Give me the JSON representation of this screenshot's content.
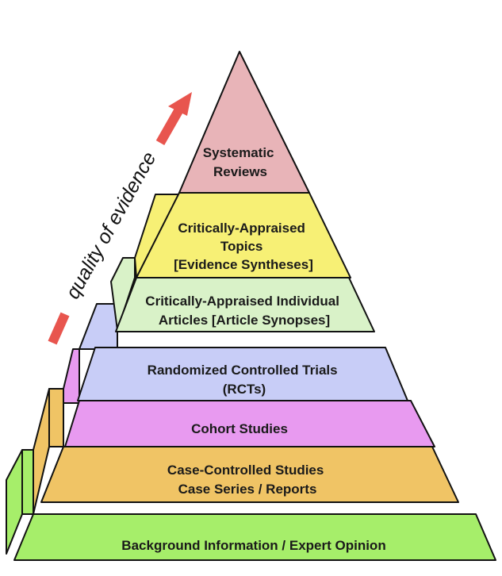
{
  "axis": {
    "label": "quality of evidence",
    "arrow_color": "#e8554e"
  },
  "levels": [
    {
      "id": "systematic-reviews",
      "lines": [
        "Systematic",
        "Reviews"
      ],
      "color": "#e8b4b8"
    },
    {
      "id": "critically-appraised-topics",
      "lines": [
        "Critically-Appraised",
        "Topics",
        "[Evidence Syntheses]"
      ],
      "color": "#f7f075"
    },
    {
      "id": "critically-appraised-articles",
      "lines": [
        "Critically-Appraised Individual",
        "Articles [Article Synopses]"
      ],
      "color": "#d9f2c8"
    },
    {
      "id": "rcts",
      "lines": [
        "Randomized Controlled Trials",
        "(RCTs)"
      ],
      "color": "#c8cdf7"
    },
    {
      "id": "cohort-studies",
      "lines": [
        "Cohort Studies"
      ],
      "color": "#e89af0"
    },
    {
      "id": "case-controlled-studies",
      "lines": [
        "Case-Controlled Studies",
        "Case Series / Reports"
      ],
      "color": "#f0c465"
    },
    {
      "id": "background-information",
      "lines": [
        "Background Information / Expert Opinion"
      ],
      "color": "#a6ee6a"
    }
  ]
}
